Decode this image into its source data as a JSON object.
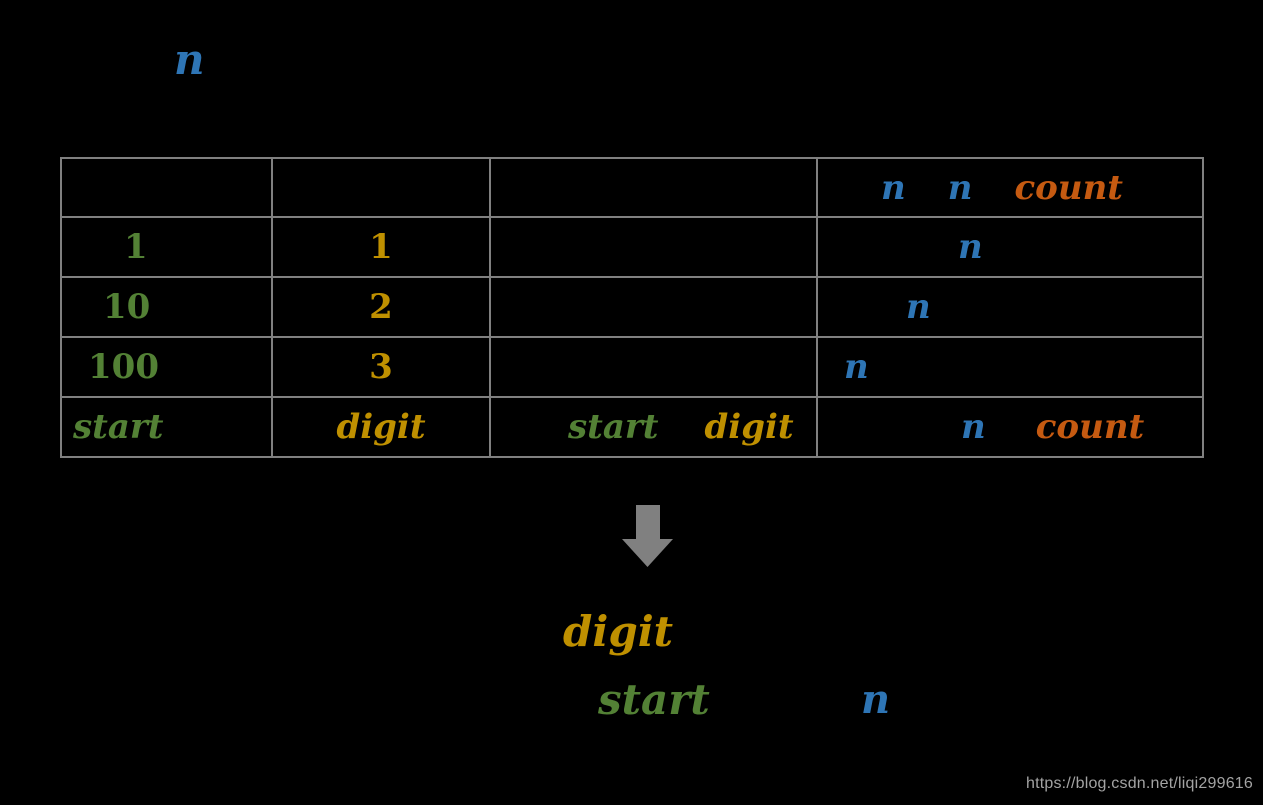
{
  "colors": {
    "background": "#000000",
    "blue": "#2E75B5",
    "orange": "#C55A11",
    "green": "#538135",
    "gold": "#BF9000",
    "table_border_gray": "#808080",
    "arrow_gray": "#808080",
    "watermark_gray": "#A3A3A3"
  },
  "title_n": "n",
  "table": {
    "header": {
      "n1": "n",
      "n2": "n",
      "count": "count"
    },
    "row1": {
      "c1": "1",
      "c2": "1",
      "c4n": "n"
    },
    "row2": {
      "c1": "10",
      "c2": "2",
      "c4n": "n"
    },
    "row3": {
      "c1": "100",
      "c2": "3",
      "c4n": "n"
    },
    "row4": {
      "c1": "start",
      "c2": "digit",
      "c3a": "start",
      "c3b": "digit",
      "c4a": "n",
      "c4b": "count"
    }
  },
  "bottom": {
    "digit": "digit",
    "start": "start",
    "n": "n"
  },
  "watermark": "https://blog.csdn.net/liqi299616"
}
